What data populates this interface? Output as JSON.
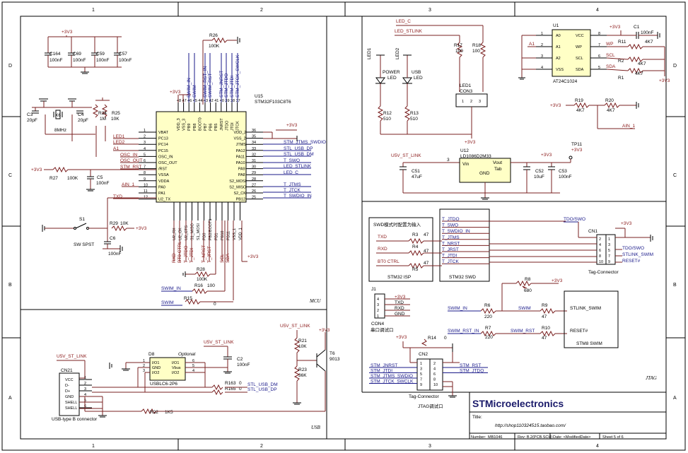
{
  "frame": {
    "columns": [
      "1",
      "2",
      "3",
      "4"
    ],
    "rows": [
      "D",
      "C",
      "B",
      "A"
    ]
  },
  "mcu": {
    "section_label": "MCU",
    "ref": "U15",
    "part": "STM32F103C8T6",
    "left_pins": [
      {
        "num": "1",
        "name": "VBAT"
      },
      {
        "num": "2",
        "name": "PC13"
      },
      {
        "num": "3",
        "name": "PC14"
      },
      {
        "num": "4",
        "name": "PC15"
      },
      {
        "num": "5",
        "name": "OSC_IN"
      },
      {
        "num": "6",
        "name": "OSC_OUT"
      },
      {
        "num": "7",
        "name": "/RST"
      },
      {
        "num": "8",
        "name": "VSSA"
      },
      {
        "num": "9",
        "name": "VDDA"
      },
      {
        "num": "10",
        "name": "PA0"
      },
      {
        "num": "11",
        "name": "PA1"
      },
      {
        "num": "12",
        "name": "U2_TX"
      }
    ],
    "right_pins": [
      {
        "num": "36",
        "name": "VDD_2"
      },
      {
        "num": "35",
        "name": "VSS_2"
      },
      {
        "num": "34",
        "name": "JTMS"
      },
      {
        "num": "33",
        "name": "PA12"
      },
      {
        "num": "32",
        "name": "PA11"
      },
      {
        "num": "31",
        "name": "PA10"
      },
      {
        "num": "30",
        "name": "PA9"
      },
      {
        "num": "29",
        "name": "PA8"
      },
      {
        "num": "28",
        "name": "S2_MOSI"
      },
      {
        "num": "27",
        "name": "S2_MISO"
      },
      {
        "num": "26",
        "name": "S2_CK"
      },
      {
        "num": "25",
        "name": "PB12"
      }
    ],
    "top_pins": [
      {
        "num": "48",
        "name": "VDD_3"
      },
      {
        "num": "47",
        "name": "VSS_3"
      },
      {
        "num": "46",
        "name": "PB9"
      },
      {
        "num": "45",
        "name": "PB8"
      },
      {
        "num": "44",
        "name": "BOOT0"
      },
      {
        "num": "43",
        "name": "PB7"
      },
      {
        "num": "42",
        "name": "PB6"
      },
      {
        "num": "41",
        "name": "PB5"
      },
      {
        "num": "40",
        "name": "JNRST"
      },
      {
        "num": "39",
        "name": "JTDO"
      },
      {
        "num": "38",
        "name": "JTDI"
      },
      {
        "num": "37",
        "name": "JTCK"
      }
    ],
    "bottom_pins": [
      {
        "name": "U2_RX"
      },
      {
        "name": "U2_CK"
      },
      {
        "name": "U2_CTS"
      },
      {
        "name": "S1_MISO"
      },
      {
        "name": "S1_MOSI"
      },
      {
        "name": "PB0"
      },
      {
        "name": "PB2/BOOT1"
      },
      {
        "name": "PB1"
      },
      {
        "name": "PB10"
      },
      {
        "name": "PB11"
      },
      {
        "name": "VSS_1"
      },
      {
        "name": "VDD_1"
      }
    ],
    "top_nets": [
      "SWIM_IN",
      "SWIM",
      "SWIM_RST_IN",
      "SWIM_RST",
      "STM_JNRST",
      "STM_JTDO",
      "STM_JTDI",
      "STM_JTCK_SWCLK"
    ],
    "right_nets": [
      "STM_JTMS_SWDIO",
      "STL_USB_DP",
      "STL_USB_DM",
      "T_SWO",
      "LED_STLINK",
      "LED_C",
      "T_JTMS",
      "T_JTCK",
      "T_SWDIO_IN"
    ],
    "left_nets": [
      "LED1",
      "LED2",
      "A1",
      "OSC_IN",
      "OSC_OUT",
      "STM_RST",
      "AIN_1",
      "TXD"
    ],
    "bottom_nets": [
      "RXD",
      "BT0 CTRL",
      "T_JTDO",
      "T_JTDI",
      "T_NRST",
      "T_JRST",
      "SCL",
      "SDA"
    ],
    "power": "+3V3"
  },
  "decoupling": {
    "caps": [
      {
        "ref": "C164",
        "val": "100nF"
      },
      {
        "ref": "C69",
        "val": "100nF"
      },
      {
        "ref": "C59",
        "val": "100nF"
      },
      {
        "ref": "C57",
        "val": "100nF"
      }
    ],
    "power": "+3V3"
  },
  "crystal": {
    "c3": {
      "ref": "C3",
      "val": "20pF"
    },
    "x6": {
      "ref": "X6",
      "val": "8MHz"
    },
    "c4": {
      "ref": "C4",
      "val": "20pF"
    },
    "r24": {
      "ref": "R24",
      "val": "1M"
    },
    "r25": {
      "ref": "R25",
      "val": "10K"
    }
  },
  "misc_mcu": {
    "r26": {
      "ref": "R26",
      "val": "100K"
    },
    "r27": {
      "ref": "R27",
      "val": "100K"
    },
    "c5": {
      "ref": "C5",
      "val": "100nF"
    },
    "r28": {
      "ref": "R28",
      "val": "100K"
    },
    "r29": {
      "ref": "R29",
      "val": "10K"
    },
    "c6": {
      "ref": "C6",
      "val": "100nF"
    },
    "r16": {
      "ref": "R16",
      "val": "100"
    },
    "r15": {
      "ref": "R15",
      "val": "0"
    },
    "s1": {
      "ref": "S1",
      "name": "SW SPST"
    },
    "swim_in": "SWIM_IN",
    "swim": "SWIM"
  },
  "leds": {
    "led_c": "LED_C",
    "led_stlink": "LED_STLINK",
    "led1": {
      "ref": "LED1",
      "label": "POWER",
      "sub": "LED"
    },
    "led2": {
      "ref": "LED2",
      "label": "USB",
      "sub": "LED"
    },
    "r17": {
      "ref": "R17",
      "val": "100"
    },
    "r18": {
      "ref": "R18",
      "val": "100"
    },
    "r12": {
      "ref": "R12",
      "val": "510"
    },
    "r13": {
      "ref": "R13",
      "val": "510"
    },
    "con3": {
      "ref": "LED1",
      "name": "CON3"
    },
    "pins": [
      "1",
      "2",
      "3"
    ]
  },
  "regulator": {
    "ref": "U12",
    "part": "LD1086D2M33",
    "vin": "Vin",
    "gnd": "GND",
    "vout": "Vout",
    "tab": "Tab",
    "c51": {
      "ref": "C51",
      "val": "47uF"
    },
    "c52": {
      "ref": "C52",
      "val": "10uF"
    },
    "c53": {
      "ref": "C53",
      "val": "100nF"
    },
    "input_net": "U5V_ST_LINK",
    "tp": "TP11",
    "tp_net": "+3V3"
  },
  "eeprom": {
    "ref": "U1",
    "part": "AT24C1024",
    "pins_left": [
      {
        "num": "1",
        "name": "A0"
      },
      {
        "num": "2",
        "name": "A1"
      },
      {
        "num": "3",
        "name": "A2"
      },
      {
        "num": "4",
        "name": "VSS"
      }
    ],
    "pins_right": [
      {
        "num": "8",
        "name": "VCC"
      },
      {
        "num": "7",
        "name": "WP"
      },
      {
        "num": "6",
        "name": "SCL"
      },
      {
        "num": "5",
        "name": "SDA"
      }
    ],
    "c1": {
      "ref": "C1",
      "val": "100nF"
    },
    "r11": {
      "ref": "R11",
      "val": "4K7"
    },
    "r2": {
      "ref": "R2",
      "val": "4K7"
    },
    "r1": {
      "ref": "R1",
      "val": "4K7"
    },
    "r19": {
      "ref": "R19",
      "val": "4K7"
    },
    "r20": {
      "ref": "R20",
      "val": "4K7"
    },
    "a1_net": "A1",
    "wp_net": "WP",
    "scl_net": "SCL",
    "sda_net": "SDA",
    "ain_net": "AIN_1"
  },
  "swd_box": {
    "title": "SWD模式时配置为输入",
    "isp_label": "STM32 ISP",
    "swd_label": "STM32 SWD",
    "r3": {
      "ref": "R3",
      "val": "47"
    },
    "r4": {
      "ref": "R4",
      "val": "47"
    },
    "r5": {
      "ref": "R5",
      "val": "47"
    },
    "txd": "TXD",
    "rxd": "RXD",
    "bt0": "BT0 CTRL",
    "nets": [
      "T_JTDO",
      "T_SWO",
      "T_SWDIO_IN",
      "T_JTMS",
      "T_NRST",
      "T_JRST",
      "T_JTDI",
      "T_JTCK"
    ]
  },
  "cn1": {
    "ref": "CN1",
    "name": "Tag-Connector",
    "left_nums": [
      "2",
      "4",
      "6",
      "8",
      "10"
    ],
    "right_nums": [
      "1",
      "3",
      "5",
      "7",
      "9"
    ],
    "nets": [
      "TDO/SWO",
      "TDO/SWO",
      "STLINK_SWIM",
      "RESET#"
    ],
    "power": "+3V3"
  },
  "swim": {
    "r8": {
      "ref": "R8",
      "val": "680"
    },
    "r6": {
      "ref": "R6",
      "val": "220"
    },
    "r9": {
      "ref": "R9",
      "val": "47"
    },
    "r7": {
      "ref": "R7",
      "val": "220"
    },
    "r10": {
      "ref": "R10",
      "val": "47"
    },
    "swim_in": "SWIM_IN",
    "swim": "SWIM",
    "swim_rst_in": "SWIM_RST_IN",
    "swim_rst": "SWIM_RST",
    "stlink_swim": "STLINK_SWIM",
    "reset": "RESET#",
    "box": "STM8 SWIM"
  },
  "con4": {
    "ref": "J1",
    "name": "CON4",
    "caption": "串口调试口",
    "pins": [
      "4",
      "3",
      "2",
      "1"
    ],
    "nets": [
      "+3V3",
      "TXD",
      "RXD",
      "GND"
    ]
  },
  "cn2": {
    "ref": "CN2",
    "name": "Tag-Connector",
    "caption": "JTAG调试口",
    "r14": {
      "ref": "R14",
      "val": "0"
    },
    "power": "+3V3",
    "left_nets": [
      "STM_JNRST",
      "STM_JTDI",
      "STM_JTMS_SWDIO",
      "STM_JTCK_SWCLK"
    ],
    "right_nets": [
      "STM_RST",
      "STM_JTDO"
    ],
    "left_nums": [
      "1",
      "3",
      "5",
      "7",
      "9"
    ],
    "right_nums": [
      "2",
      "4",
      "6",
      "8",
      "10"
    ]
  },
  "jtag_label": "JTAG",
  "usb": {
    "section_label": "USB",
    "cn21": {
      "ref": "CN21",
      "name": "USB-type B connector"
    },
    "cn21_pins": [
      "VCC",
      "D-",
      "D+",
      "GND",
      "SHELL",
      "SHELL"
    ],
    "cn21_nums": [
      "1",
      "2",
      "3",
      "4",
      "5",
      "6"
    ],
    "net_5v": "U5V_ST_LINK",
    "d8": {
      "ref": "D8",
      "part": "USBLC6-2P6",
      "note": "Optional"
    },
    "d8_left": [
      "I/O1",
      "GND",
      "I/O2"
    ],
    "d8_right": [
      "I/O1",
      "Vbus",
      "I/O2"
    ],
    "d8_lnums": [
      "1",
      "2",
      "3"
    ],
    "d8_rnums": [
      "6",
      "5",
      "4"
    ],
    "c2": {
      "ref": "C2",
      "val": "100nF"
    },
    "r163": {
      "ref": "R163",
      "val": "0"
    },
    "r165": {
      "ref": "R165",
      "val": "0"
    },
    "dm": "STL_USB_DM",
    "dp": "STL_USB_DP",
    "r22": {
      "ref": "R22",
      "val": "1K5"
    },
    "r21": {
      "ref": "R21",
      "val": "10K"
    },
    "r23": {
      "ref": "R23",
      "val": "36K"
    },
    "t6": {
      "ref": "T6",
      "val": "9013"
    },
    "u5v": "U5V_ST_LINK",
    "p3v3": "+3V3"
  },
  "title_block": {
    "company": "STMicroelectronics",
    "title_label": "Title:",
    "url": "http://shop110324515.taobao.com/",
    "number_label": "Number:",
    "number": "MB1046",
    "rev": "Rev:  B.2(PCB.SCH)",
    "date": "Date:  <ModifiedDate>",
    "sheet": "Sheet  5  of  6"
  }
}
